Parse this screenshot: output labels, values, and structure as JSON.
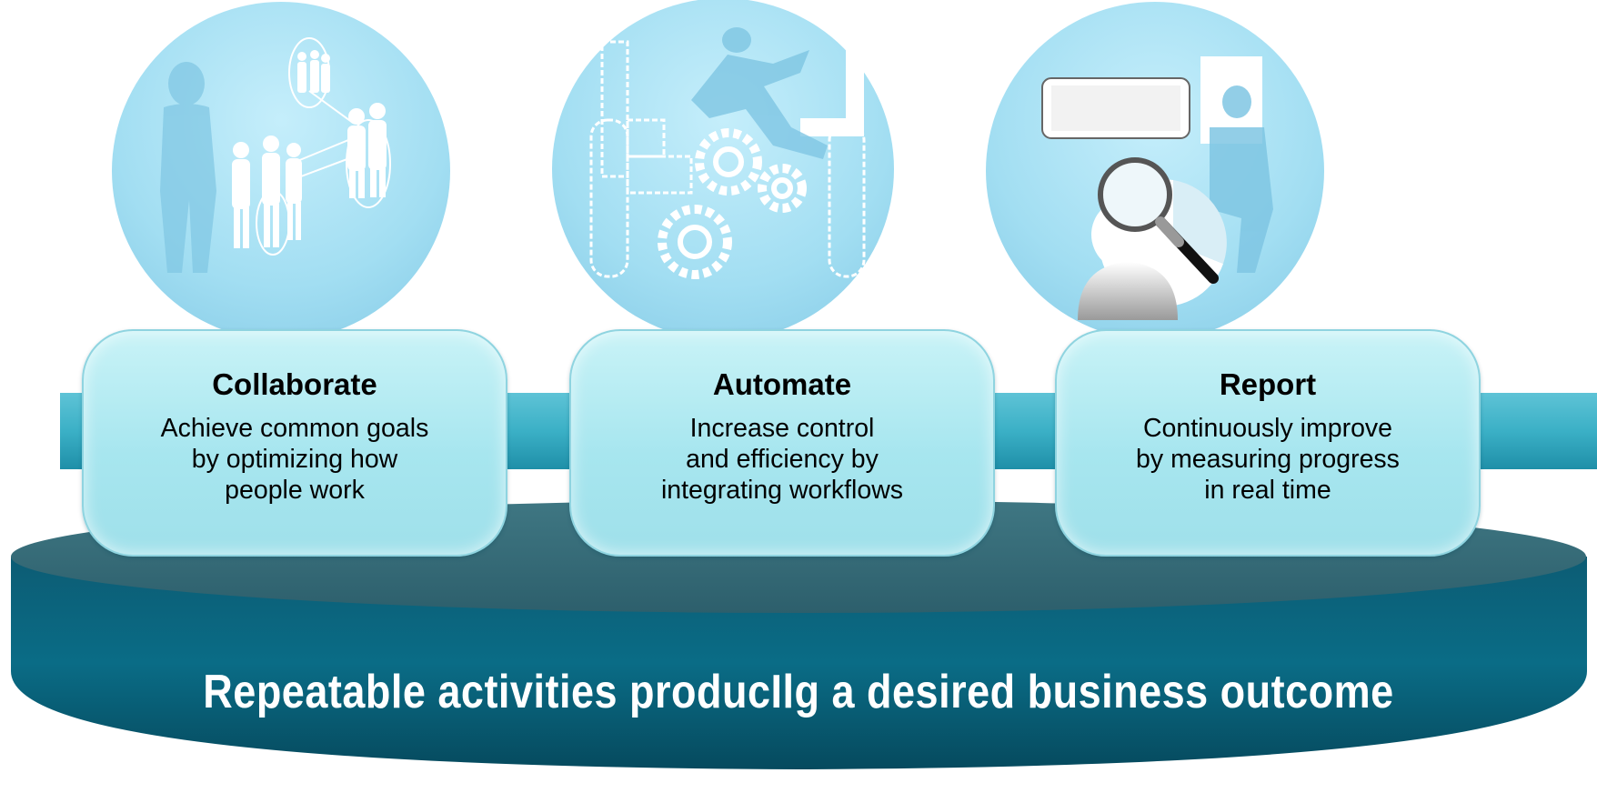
{
  "colors": {
    "circle_fill": "#a9e2f4",
    "card_fill": "#b8eef3",
    "platform_top": "#356a78",
    "platform_band": "#0e5a72",
    "slogan_text": "#ffffff"
  },
  "icons": {
    "collaborate": "people-network-icon",
    "automate": "gears-workflow-icon",
    "report": "magnifier-chart-icon"
  },
  "pillars": [
    {
      "title": "Collaborate",
      "description": "Achieve common goals\nby optimizing how\npeople work"
    },
    {
      "title": "Automate",
      "description": "Increase control\nand efficiency by\nintegrating workflows"
    },
    {
      "title": "Report",
      "description": "Continuously improve\nby measuring progress\nin real time"
    }
  ],
  "platform": {
    "slogan": "Repeatable activities producIlg a desired business outcome"
  }
}
